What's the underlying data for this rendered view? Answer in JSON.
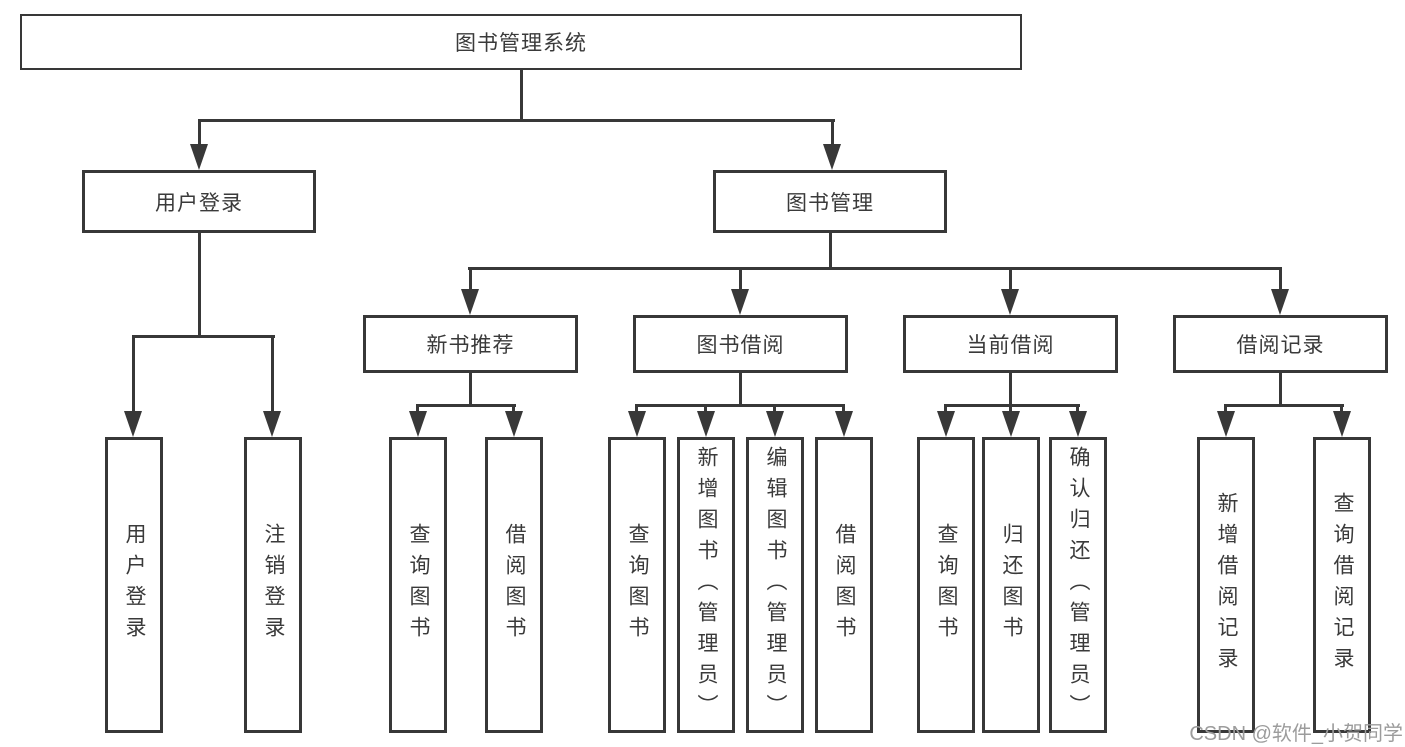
{
  "diagram": {
    "type": "hierarchy-tree",
    "root": {
      "label": "图书管理系统"
    },
    "level2": [
      {
        "id": "user_login",
        "label": "用户登录"
      },
      {
        "id": "book_management",
        "label": "图书管理"
      }
    ],
    "level3": [
      {
        "id": "new_book_recommend",
        "label": "新书推荐",
        "parent": "图书管理"
      },
      {
        "id": "book_borrow",
        "label": "图书借阅",
        "parent": "图书管理"
      },
      {
        "id": "current_borrow",
        "label": "当前借阅",
        "parent": "图书管理"
      },
      {
        "id": "borrow_records",
        "label": "借阅记录",
        "parent": "图书管理"
      }
    ],
    "leaves": {
      "user_login": [
        {
          "label": "用户登录"
        },
        {
          "label": "注销登录"
        }
      ],
      "new_book_recommend": [
        {
          "label": "查询图书"
        },
        {
          "label": "借阅图书"
        }
      ],
      "book_borrow": [
        {
          "label": "查询图书"
        },
        {
          "label": "新增图书（管理员）"
        },
        {
          "label": "编辑图书（管理员）"
        },
        {
          "label": "借阅图书"
        }
      ],
      "current_borrow": [
        {
          "label": "查询图书"
        },
        {
          "label": "归还图书"
        },
        {
          "label": "确认归还（管理员）"
        }
      ],
      "borrow_records": [
        {
          "label": "新增借阅记录"
        },
        {
          "label": "查询借阅记录"
        }
      ]
    }
  },
  "watermark": {
    "text": "CSDN @软件_小贺同学"
  },
  "colors": {
    "line": "#383838",
    "text": "#3a3a3a",
    "box_bg": "#ffffff",
    "watermark": "#9c9c9c"
  }
}
